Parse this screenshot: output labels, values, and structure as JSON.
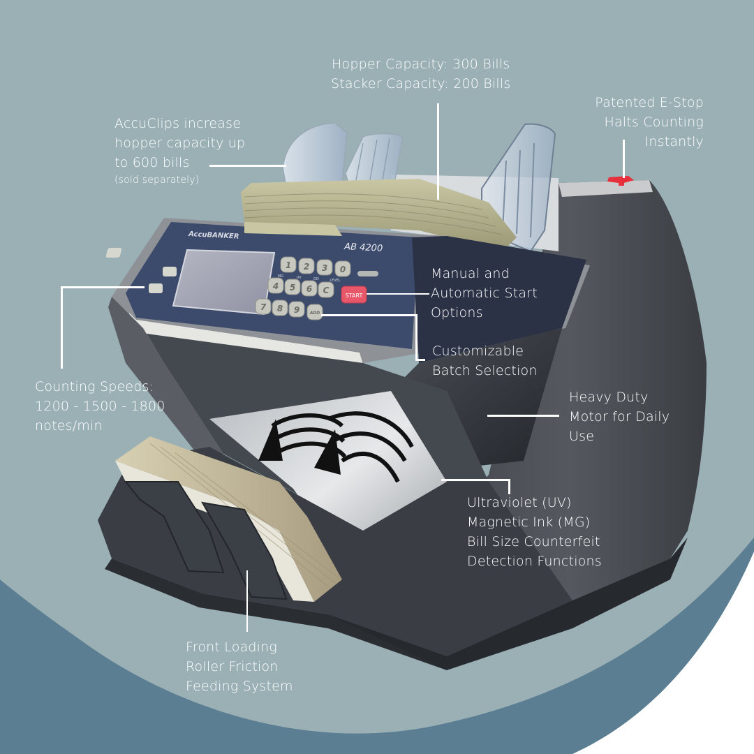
{
  "product": {
    "brand_logo": "AccuBANKER",
    "model": "AB 4200",
    "start_key": "START",
    "keypad": [
      "1",
      "2",
      "3",
      "0",
      "4",
      "5",
      "6",
      "C",
      "7",
      "8",
      "9",
      "ADD"
    ],
    "key_sub_labels": [
      "MG",
      "UV",
      "DD",
      "LEVEL"
    ]
  },
  "callouts": {
    "capacity": {
      "lines": [
        "Hopper Capacity: 300 Bills",
        "Stacker Capacity: 200 Bills"
      ]
    },
    "accuclips": {
      "lines": [
        "AccuClips increase",
        "hopper capacity up",
        "to 600 bills"
      ],
      "note": "(sold separately)"
    },
    "estop": {
      "lines": [
        "Patented E-Stop",
        "Halts Counting",
        "Instantly"
      ]
    },
    "start_options": {
      "lines": [
        "Manual and",
        "Automatic Start",
        "Options"
      ]
    },
    "batch": {
      "lines": [
        "Customizable",
        "Batch Selection"
      ]
    },
    "speeds": {
      "lines": [
        "Counting Speeds:",
        "1200 - 1500 - 1800",
        "notes/min"
      ]
    },
    "motor": {
      "lines": [
        "Heavy Duty",
        "Motor for Daily",
        "Use"
      ]
    },
    "detection": {
      "lines": [
        "Ultraviolet (UV)",
        "Magnetic Ink (MG)",
        "Bill Size Counterfeit",
        "Detection Functions"
      ]
    },
    "feeding": {
      "lines": [
        "Front Loading",
        "Roller Friction",
        "Feeding System"
      ]
    }
  },
  "colors": {
    "background_light": "#9AB0B5",
    "background_dark": "#5B7E92",
    "background_white": "#FFFFFF",
    "body_dark": "#2F3338",
    "panel_navy": "#3C4A6B",
    "start_red": "#E8566A",
    "estop_red": "#E8303C"
  }
}
